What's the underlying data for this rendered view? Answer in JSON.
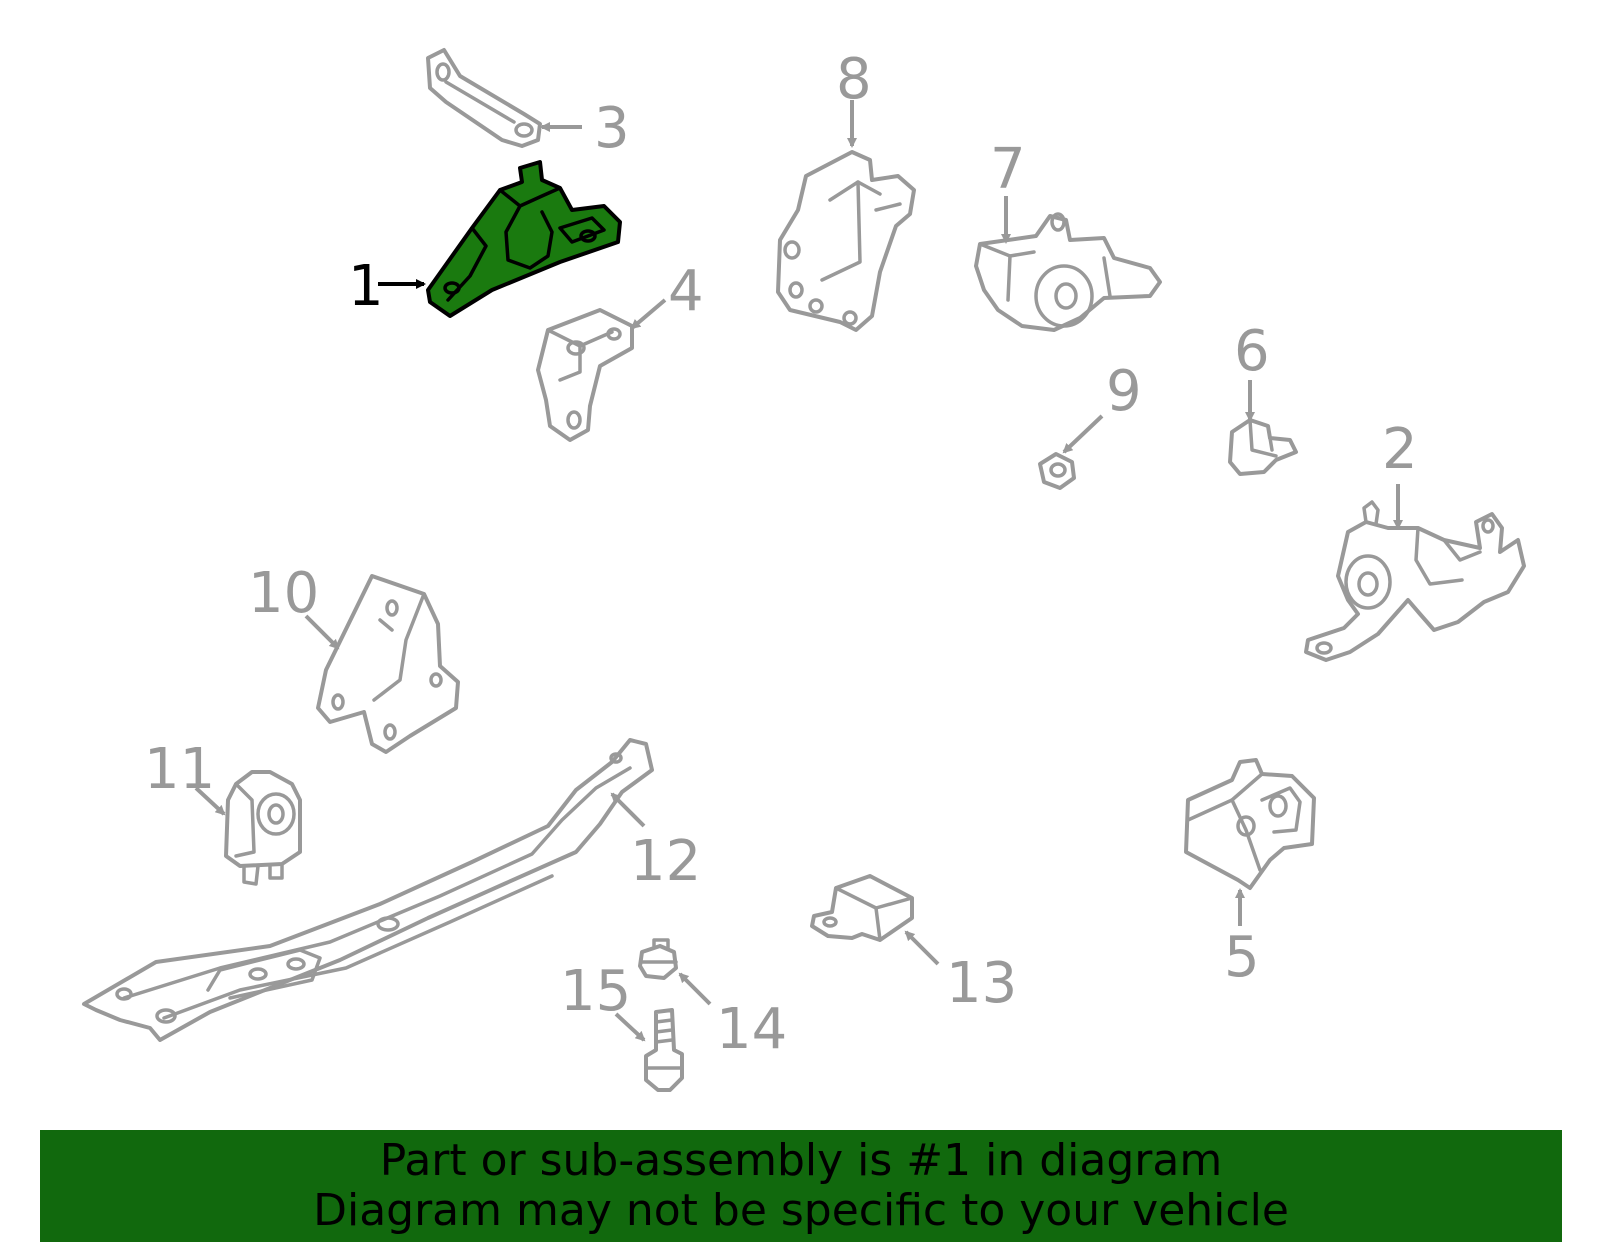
{
  "callouts": {
    "c1": "1",
    "c2": "2",
    "c3": "3",
    "c4": "4",
    "c5": "5",
    "c6": "6",
    "c7": "7",
    "c8": "8",
    "c9": "9",
    "c10": "10",
    "c11": "11",
    "c12": "12",
    "c13": "13",
    "c14": "14",
    "c15": "15"
  },
  "highlighted_part": "1",
  "colors": {
    "highlight_fill": "#1a7a0f",
    "banner_bg": "#11690d",
    "line_gray": "#999999"
  },
  "banner": {
    "line1": "Part or sub-assembly is #1 in diagram",
    "line2": "Diagram may not be specific to your vehicle"
  }
}
